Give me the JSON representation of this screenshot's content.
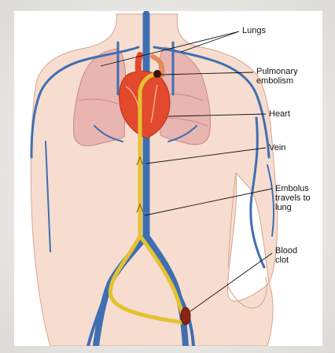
{
  "labels": {
    "lungs": "Lungs",
    "pulmonary_embolism": "Pulmonary embolism",
    "heart": "Heart",
    "vein": "Vein",
    "embolus": "Embolus travels to lung",
    "blood_clot": "Blood clot"
  },
  "colors": {
    "skin": "#f5dccd",
    "lungs": "#e8b4b0",
    "vein": "#3f6fb2",
    "embolus_path": "#e4c232",
    "heart": "#e34a2c",
    "clot": "#8b2512"
  }
}
